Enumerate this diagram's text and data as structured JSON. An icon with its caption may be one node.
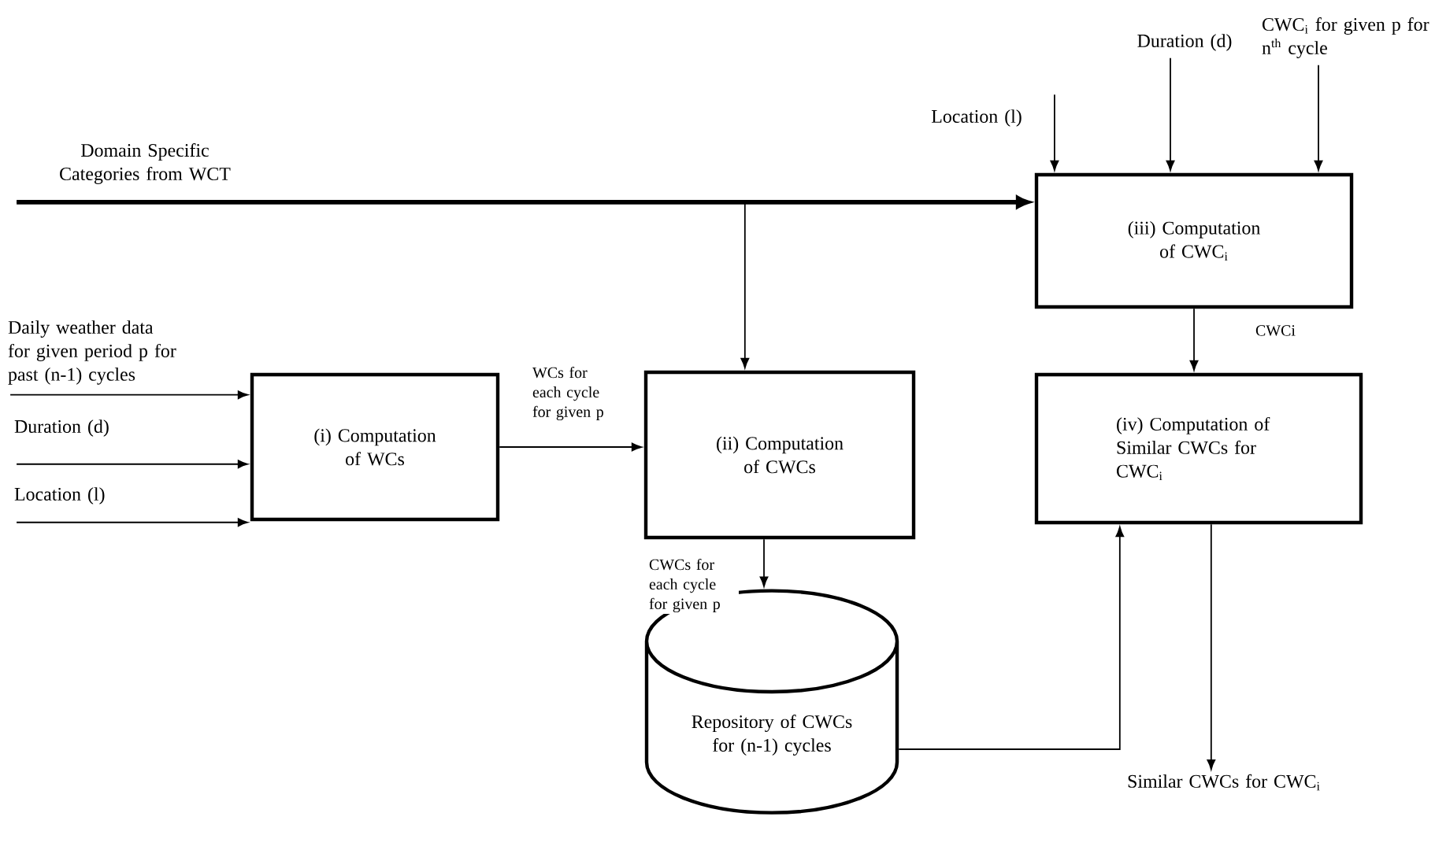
{
  "diagram": {
    "nodes": [
      {
        "text": [
          "Domain Specific Categories from WCT"
        ]
      },
      {
        "text": [
          "Daily weather data for given period p for past (n-1) cycles"
        ]
      },
      {
        "text": [
          "Duration (d)"
        ]
      },
      {
        "text": [
          "Location (l)"
        ]
      },
      {
        "text": [
          "(i) Computation of WCs"
        ]
      },
      {
        "text": [
          "(ii) Computation of CWCs"
        ]
      },
      {
        "text": [
          "Location (l)"
        ]
      },
      {
        "text": [
          "Duration (d)"
        ]
      },
      {
        "text": [
          "CWC$_{i}$ for given p for n$^{th}$ cycle"
        ]
      },
      {
        "text": [
          "(iii) Computation of CWC$_{i}$"
        ]
      },
      {
        "text": [
          "(iv) Computation of Similar CWCs for CWC$_{i}$"
        ]
      },
      {
        "text": [
          "Repository of CWCs for (n-1) cycles"
        ]
      },
      {
        "text": [
          "Similar CWCs for CWC$_{i}$"
        ]
      }
    ],
    "edges": [
      {
        "from": 0,
        "to": 9,
        "arrow": "to",
        "style": "thick"
      },
      {
        "from": 0,
        "to": 5,
        "arrow": "to"
      },
      {
        "from": 1,
        "to": 4,
        "arrow": "to"
      },
      {
        "from": 2,
        "to": 4,
        "arrow": "to"
      },
      {
        "from": 3,
        "to": 4,
        "arrow": "to"
      },
      {
        "from": 4,
        "to": 5,
        "arrow": "to",
        "label": "WCs for each cycle for given p"
      },
      {
        "from": 5,
        "to": 11,
        "arrow": "to",
        "label": "CWCs for each cycle for given p"
      },
      {
        "from": 6,
        "to": 9,
        "arrow": "to"
      },
      {
        "from": 7,
        "to": 9,
        "arrow": "to"
      },
      {
        "from": 8,
        "to": 9,
        "arrow": "to"
      },
      {
        "from": 9,
        "to": 10,
        "arrow": "to",
        "label": "CWCi"
      },
      {
        "from": 11,
        "to": 10,
        "arrow": "to"
      },
      {
        "from": 10,
        "to": 12,
        "arrow": "to"
      }
    ]
  }
}
